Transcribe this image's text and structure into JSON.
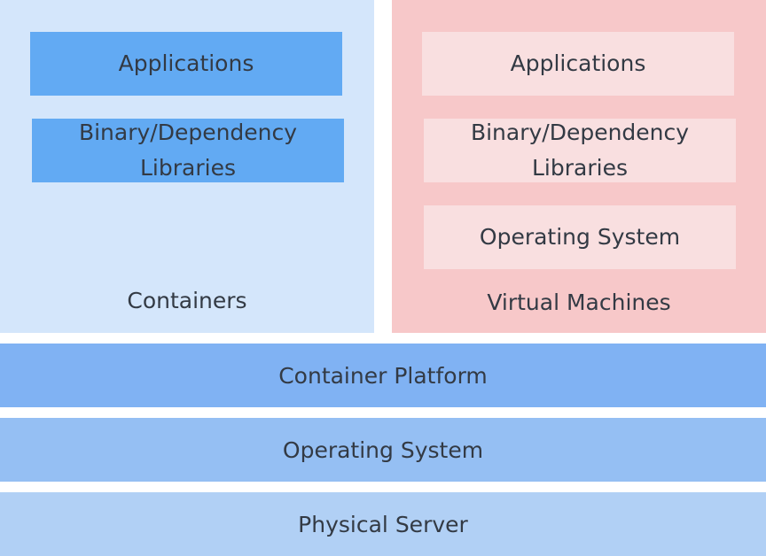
{
  "containers": {
    "label": "Containers",
    "applications": "Applications",
    "libraries_line1": "Binary/Dependency",
    "libraries_line2": "Libraries"
  },
  "virtual_machines": {
    "label": "Virtual Machines",
    "applications": "Applications",
    "libraries_line1": "Binary/Dependency",
    "libraries_line2": "Libraries",
    "os": "Operating System"
  },
  "layers": {
    "container_platform": "Container Platform",
    "operating_system": "Operating System",
    "physical_server": "Physical Server"
  },
  "colors": {
    "container_panel": "#d4e6fb",
    "container_block": "#62aaf3",
    "vm_panel": "#f7c8c9",
    "vm_block": "#f9dfe0",
    "container_platform": "#80b2f3",
    "operating_system": "#95bff3",
    "physical_server": "#b1d0f5"
  }
}
